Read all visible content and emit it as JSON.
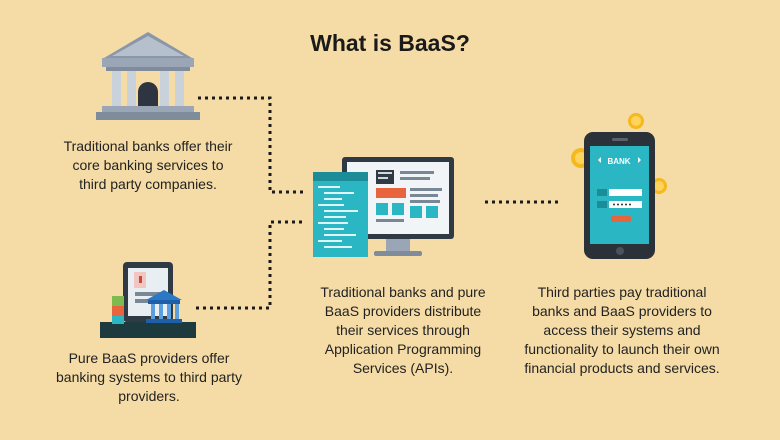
{
  "title": "What is BaaS?",
  "nodes": {
    "traditional_banks": {
      "caption": "Traditional banks offer their core banking services to third party companies."
    },
    "pure_baas": {
      "caption": "Pure BaaS providers offer banking systems to third party providers."
    },
    "api_distribution": {
      "caption": "Traditional banks and pure BaaS providers distribute their services through Application Programming Services (APIs)."
    },
    "third_parties": {
      "caption": "Third parties pay traditional banks and BaaS providers to access their systems and functionality to launch their own financial products and services.",
      "phone_screen_label": "BANK"
    }
  },
  "colors": {
    "background": "#f5dca6",
    "connector": "#1a1a1a",
    "teal": "#2bb6c4",
    "orange": "#e8643c",
    "coin": "#f6b91c"
  }
}
